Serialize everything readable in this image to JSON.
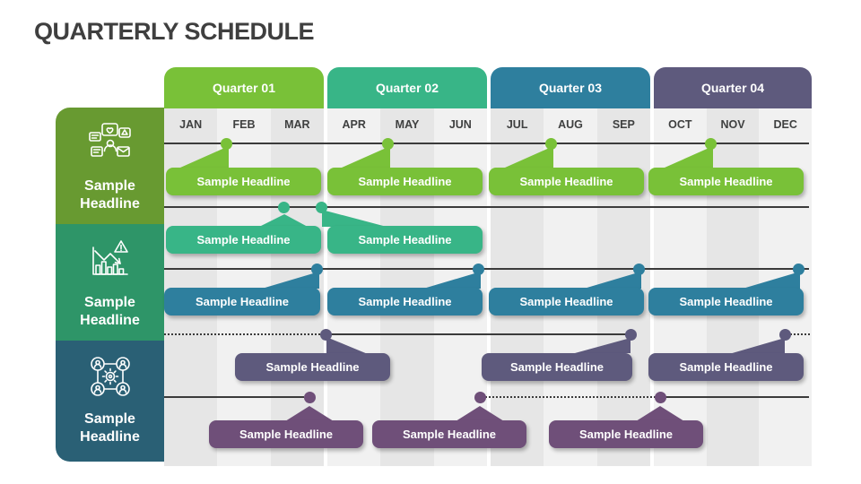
{
  "title": "QUARTERLY SCHEDULE",
  "labels": {
    "sample_headline": "Sample Headline"
  },
  "quarters": [
    {
      "label": "Quarter 01",
      "color": "#79C138"
    },
    {
      "label": "Quarter 02",
      "color": "#38B587"
    },
    {
      "label": "Quarter 03",
      "color": "#2E7F9E"
    },
    {
      "label": "Quarter 04",
      "color": "#5E5A7D"
    }
  ],
  "months": [
    "JAN",
    "FEB",
    "MAR",
    "APR",
    "MAY",
    "JUN",
    "JUL",
    "AUG",
    "SEP",
    "OCT",
    "NOV",
    "DEC"
  ],
  "sidebar": {
    "rows": [
      {
        "label": "Sample Headline",
        "icon": "feedback-bubbles-icon",
        "color": "#689A31"
      },
      {
        "label": "Sample Headline",
        "icon": "declining-chart-warning-icon",
        "color": "#2E9568"
      },
      {
        "label": "Sample Headline",
        "icon": "team-gear-icon",
        "color": "#2A6075"
      }
    ]
  },
  "timeline_rows": [
    {
      "name": "row-1",
      "color": "#79C138",
      "line_style": "solid",
      "milestone_months": [
        "FEB",
        "MAY",
        "AUG",
        "NOV"
      ],
      "callouts": [
        "Sample Headline",
        "Sample Headline",
        "Sample Headline",
        "Sample Headline"
      ]
    },
    {
      "name": "row-2",
      "color": "#38B587",
      "line_style": "solid",
      "milestone_months": [
        "MAR",
        "APR"
      ],
      "callouts": [
        "Sample Headline",
        "Sample Headline"
      ]
    },
    {
      "name": "row-3",
      "color": "#2E7F9E",
      "line_style": "solid",
      "milestone_months": [
        "MAR",
        "JUN",
        "SEP",
        "DEC"
      ],
      "callouts": [
        "Sample Headline",
        "Sample Headline",
        "Sample Headline",
        "Sample Headline"
      ]
    },
    {
      "name": "row-4",
      "color": "#5E5A7D",
      "line_style": "dotted-solid-dotted",
      "milestone_months": [
        "APR",
        "SEP",
        "NOV"
      ],
      "callouts": [
        "Sample Headline",
        "Sample Headline",
        "Sample Headline"
      ]
    },
    {
      "name": "row-5",
      "color": "#6F4F79",
      "line_style": "solid-dotted-solid",
      "milestone_months": [
        "MAR",
        "JUN",
        "OCT"
      ],
      "callouts": [
        "Sample Headline",
        "Sample Headline",
        "Sample Headline"
      ]
    }
  ]
}
